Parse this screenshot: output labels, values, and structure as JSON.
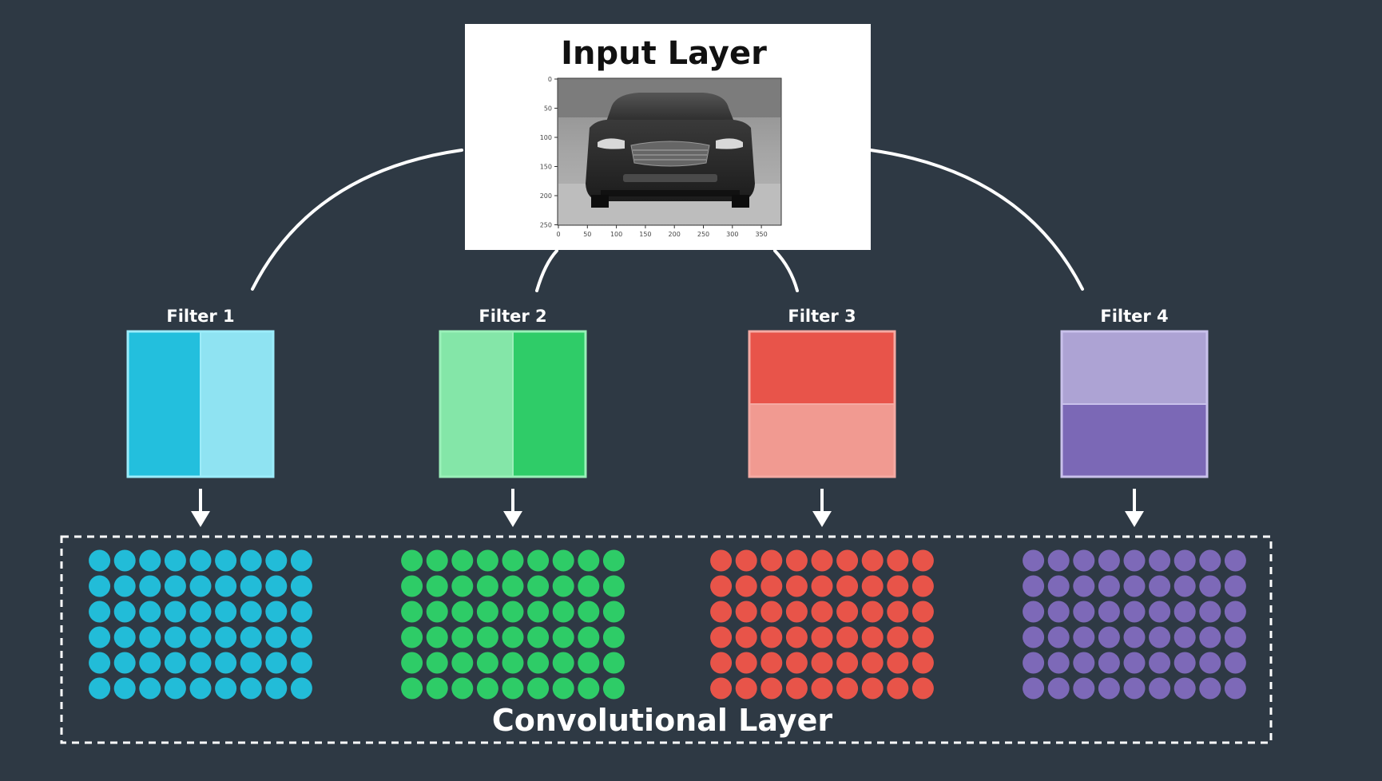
{
  "background": "#2e3944",
  "input_layer": {
    "title": "Input Layer",
    "image": {
      "subject": "grayscale car front (matplotlib plot)",
      "y_ticks": [
        "0",
        "50",
        "100",
        "150",
        "200",
        "250"
      ],
      "x_ticks": [
        "0",
        "50",
        "100",
        "150",
        "200",
        "250",
        "300",
        "350"
      ]
    }
  },
  "filters": [
    {
      "label": "Filter 1",
      "split": "vertical",
      "colors": [
        "#23bfdd",
        "#8fe3f2"
      ],
      "border": "#9cecfa",
      "node_color": "#22bcd8"
    },
    {
      "label": "Filter 2",
      "split": "vertical",
      "colors": [
        "#84e6a8",
        "#2fcc68"
      ],
      "border": "#9af0b9",
      "node_color": "#2ecc67"
    },
    {
      "label": "Filter 3",
      "split": "horizontal",
      "colors": [
        "#e8544a",
        "#f19a91"
      ],
      "border": "#f5aaa3",
      "node_color": "#e85449"
    },
    {
      "label": "Filter 4",
      "split": "horizontal",
      "colors": [
        "#ada3d4",
        "#7b68b6"
      ],
      "border": "#c9c1eb",
      "node_color": "#7d69b8"
    }
  ],
  "feature_map": {
    "rows": 6,
    "cols": 9
  },
  "convolutional_layer": {
    "label": "Convolutional Layer"
  }
}
